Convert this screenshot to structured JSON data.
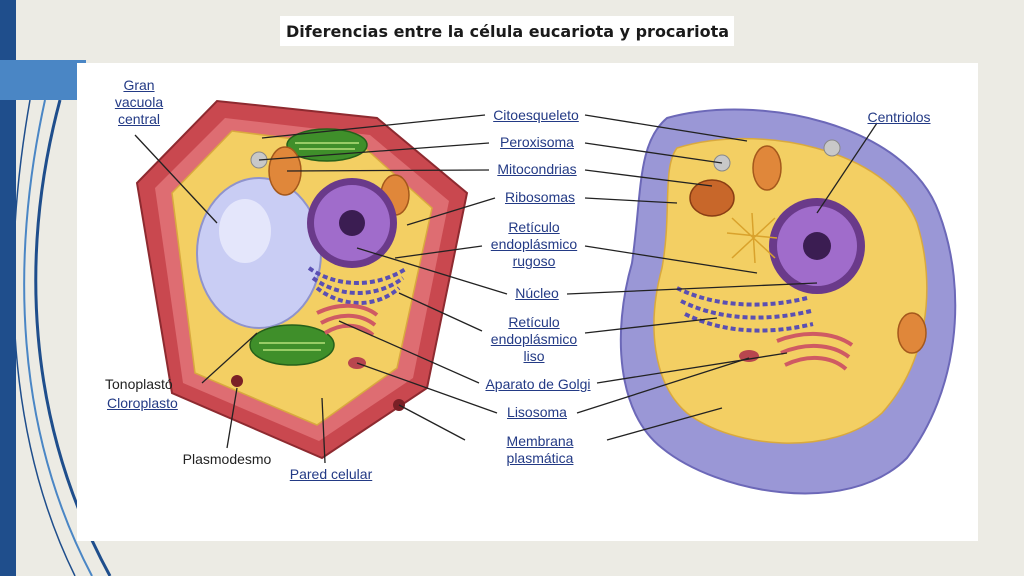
{
  "title": "Diferencias entre la célula eucariota y procariota",
  "labels": {
    "gran_vacuola_1": "Gran",
    "gran_vacuola_2": "vacuola",
    "gran_vacuola_3": "central",
    "citoesqueleto": "Citoesqueleto",
    "peroxisoma": "Peroxisoma",
    "mitocondrias": "Mitocondrias",
    "ribosomas": "Ribosomas",
    "rer_1": "Retículo",
    "rer_2": "endoplásmico",
    "rer_3": "rugoso",
    "nucleo": "Núcleo",
    "rel_1": "Retículo",
    "rel_2": "endoplásmico",
    "rel_3": "liso",
    "golgi": "Aparato de Golgi",
    "lisosoma": "Lisosoma",
    "membrana_1": "Membrana",
    "membrana_2": "plasmática",
    "centriolos": "Centriolos",
    "tonoplasto": "Tonoplastó",
    "cloroplasto": "Cloroplasto",
    "plasmodesmo": "Plasmodesmo",
    "pared_celular": "Pared celular"
  },
  "colors": {
    "left_bar": "#1f4e8c",
    "accent_tab": "#4a86c5",
    "label_text": "#233a85",
    "cell_wall": "#c9484f",
    "cytoplasm": "#f3cf63",
    "vacuole": "#c9cdf4",
    "chloroplast": "#3f8f2a",
    "nucleus": "#8a4fb0",
    "animal_membrane": "#9a97d6"
  }
}
